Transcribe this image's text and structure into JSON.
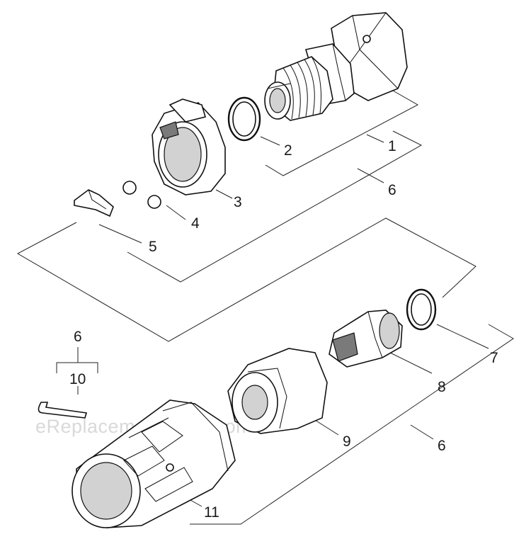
{
  "watermark": "eReplacementParts.com",
  "callouts": {
    "c1": "1",
    "c2": "2",
    "c3": "3",
    "c4": "4",
    "c5": "5",
    "c6a": "6",
    "c6b": "6",
    "c6c": "6",
    "c7": "7",
    "c8": "8",
    "c9": "9",
    "c10": "10",
    "c11": "11"
  }
}
